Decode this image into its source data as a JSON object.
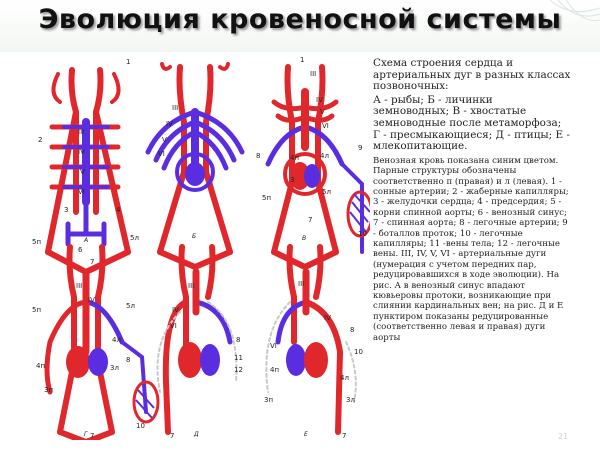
{
  "title": "Эволюция кровеносной  системы",
  "caption": {
    "main": "Схема строения сердца и артериальных дуг в разных классах позвоночных:",
    "keys": "А - рыбы; Б - личинки земноводных; В - хвостатые земноводные после метаморфоза; Г - пресмыкающиеся; Д - птицы; Е - млекопитающие.",
    "detail": "Венозная кровь показана синим цветом. Парные структуры обозначены соответственно п (правая) и л (левая). 1 - сонные артерии; 2 - жаберные капилляры; 3 - желудочки сердца; 4 - предсердия; 5 - корни спинной аорты; 6 - венозный синус; 7 - спинная аорта; 8 - легочные артерии; 9 - боталлов проток; 10 - легочные капилляры; 11 -вены тела; 12 - легочные вены. III, IV, V, VI - артериальные дуги (нумерация с учетом передних пар, редуцировавшихся в ходе эволюции). На рис. А в венозный синус впадают кювьеровы протоки, возникающие при слиянии кардинальных вен; на рис. Д и Е пунктиром показаны редуцированные (соответственно левая и правая) дуги аорты"
  },
  "panels": {
    "A": {
      "letter": "А",
      "labels": [
        "1",
        "2",
        "III",
        "IV",
        "V",
        "VI",
        "3",
        "4",
        "5п",
        "5л",
        "6",
        "7"
      ]
    },
    "B": {
      "letter": "Б",
      "labels": [
        "III",
        "IV",
        "V",
        "VI"
      ]
    },
    "V": {
      "letter": "В",
      "labels": [
        "1",
        "III",
        "IV",
        "V",
        "VI",
        "4п",
        "4л",
        "3",
        "5п",
        "5л",
        "7",
        "8",
        "9",
        "10"
      ]
    },
    "G": {
      "letter": "Г",
      "labels": [
        "III",
        "IV",
        "4л",
        "4п",
        "3л",
        "3п",
        "5п",
        "5л",
        "7",
        "8",
        "10"
      ]
    },
    "D": {
      "letter": "Д",
      "labels": [
        "III",
        "IV",
        "VI",
        "8",
        "11",
        "12",
        "7"
      ]
    },
    "E": {
      "letter": "Е",
      "labels": [
        "III",
        "IV",
        "VI",
        "3п",
        "3л",
        "4п",
        "4л",
        "7",
        "8",
        "10"
      ]
    }
  },
  "colors": {
    "artery": "#e0282c",
    "vein": "#5a2de0",
    "label": "#222222"
  },
  "page_number": "21"
}
